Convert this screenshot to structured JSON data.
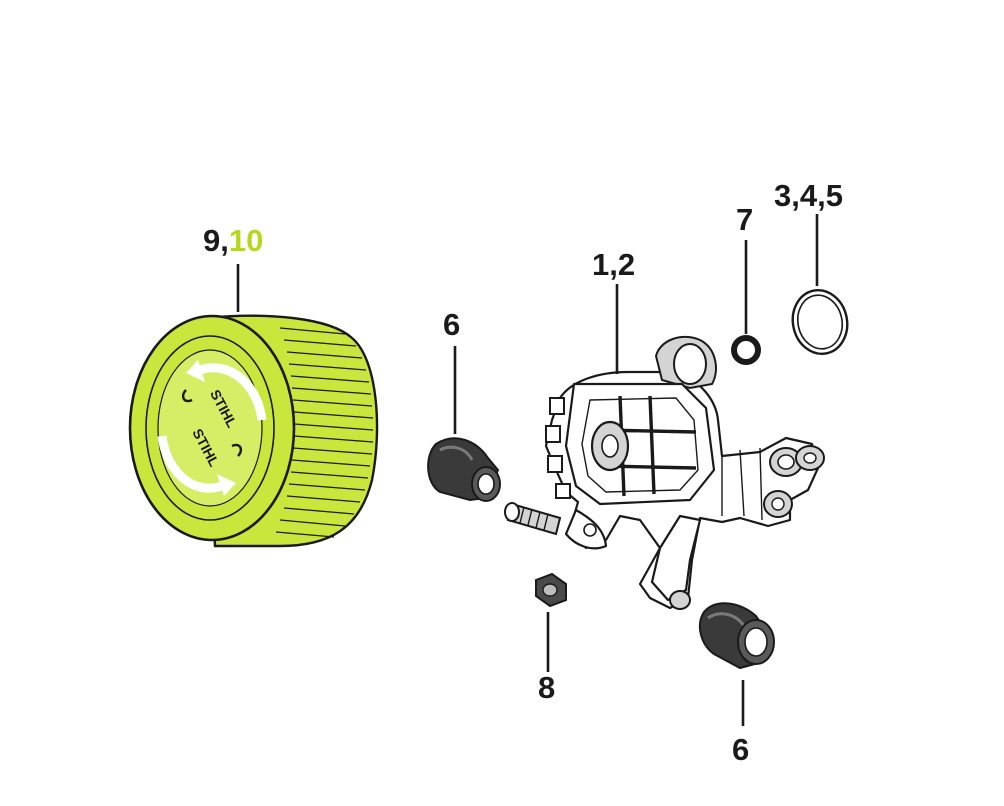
{
  "diagram": {
    "accent_color": "#c8e63c",
    "callouts": {
      "filter": {
        "prefix": "9,",
        "highlight": "10"
      },
      "housing": "1,2",
      "oring_small": "7",
      "oring_large": "3,4,5",
      "cap_left": "6",
      "cap_bottom": "6",
      "nut": "8"
    },
    "filter_logo_text": "STIHL"
  }
}
